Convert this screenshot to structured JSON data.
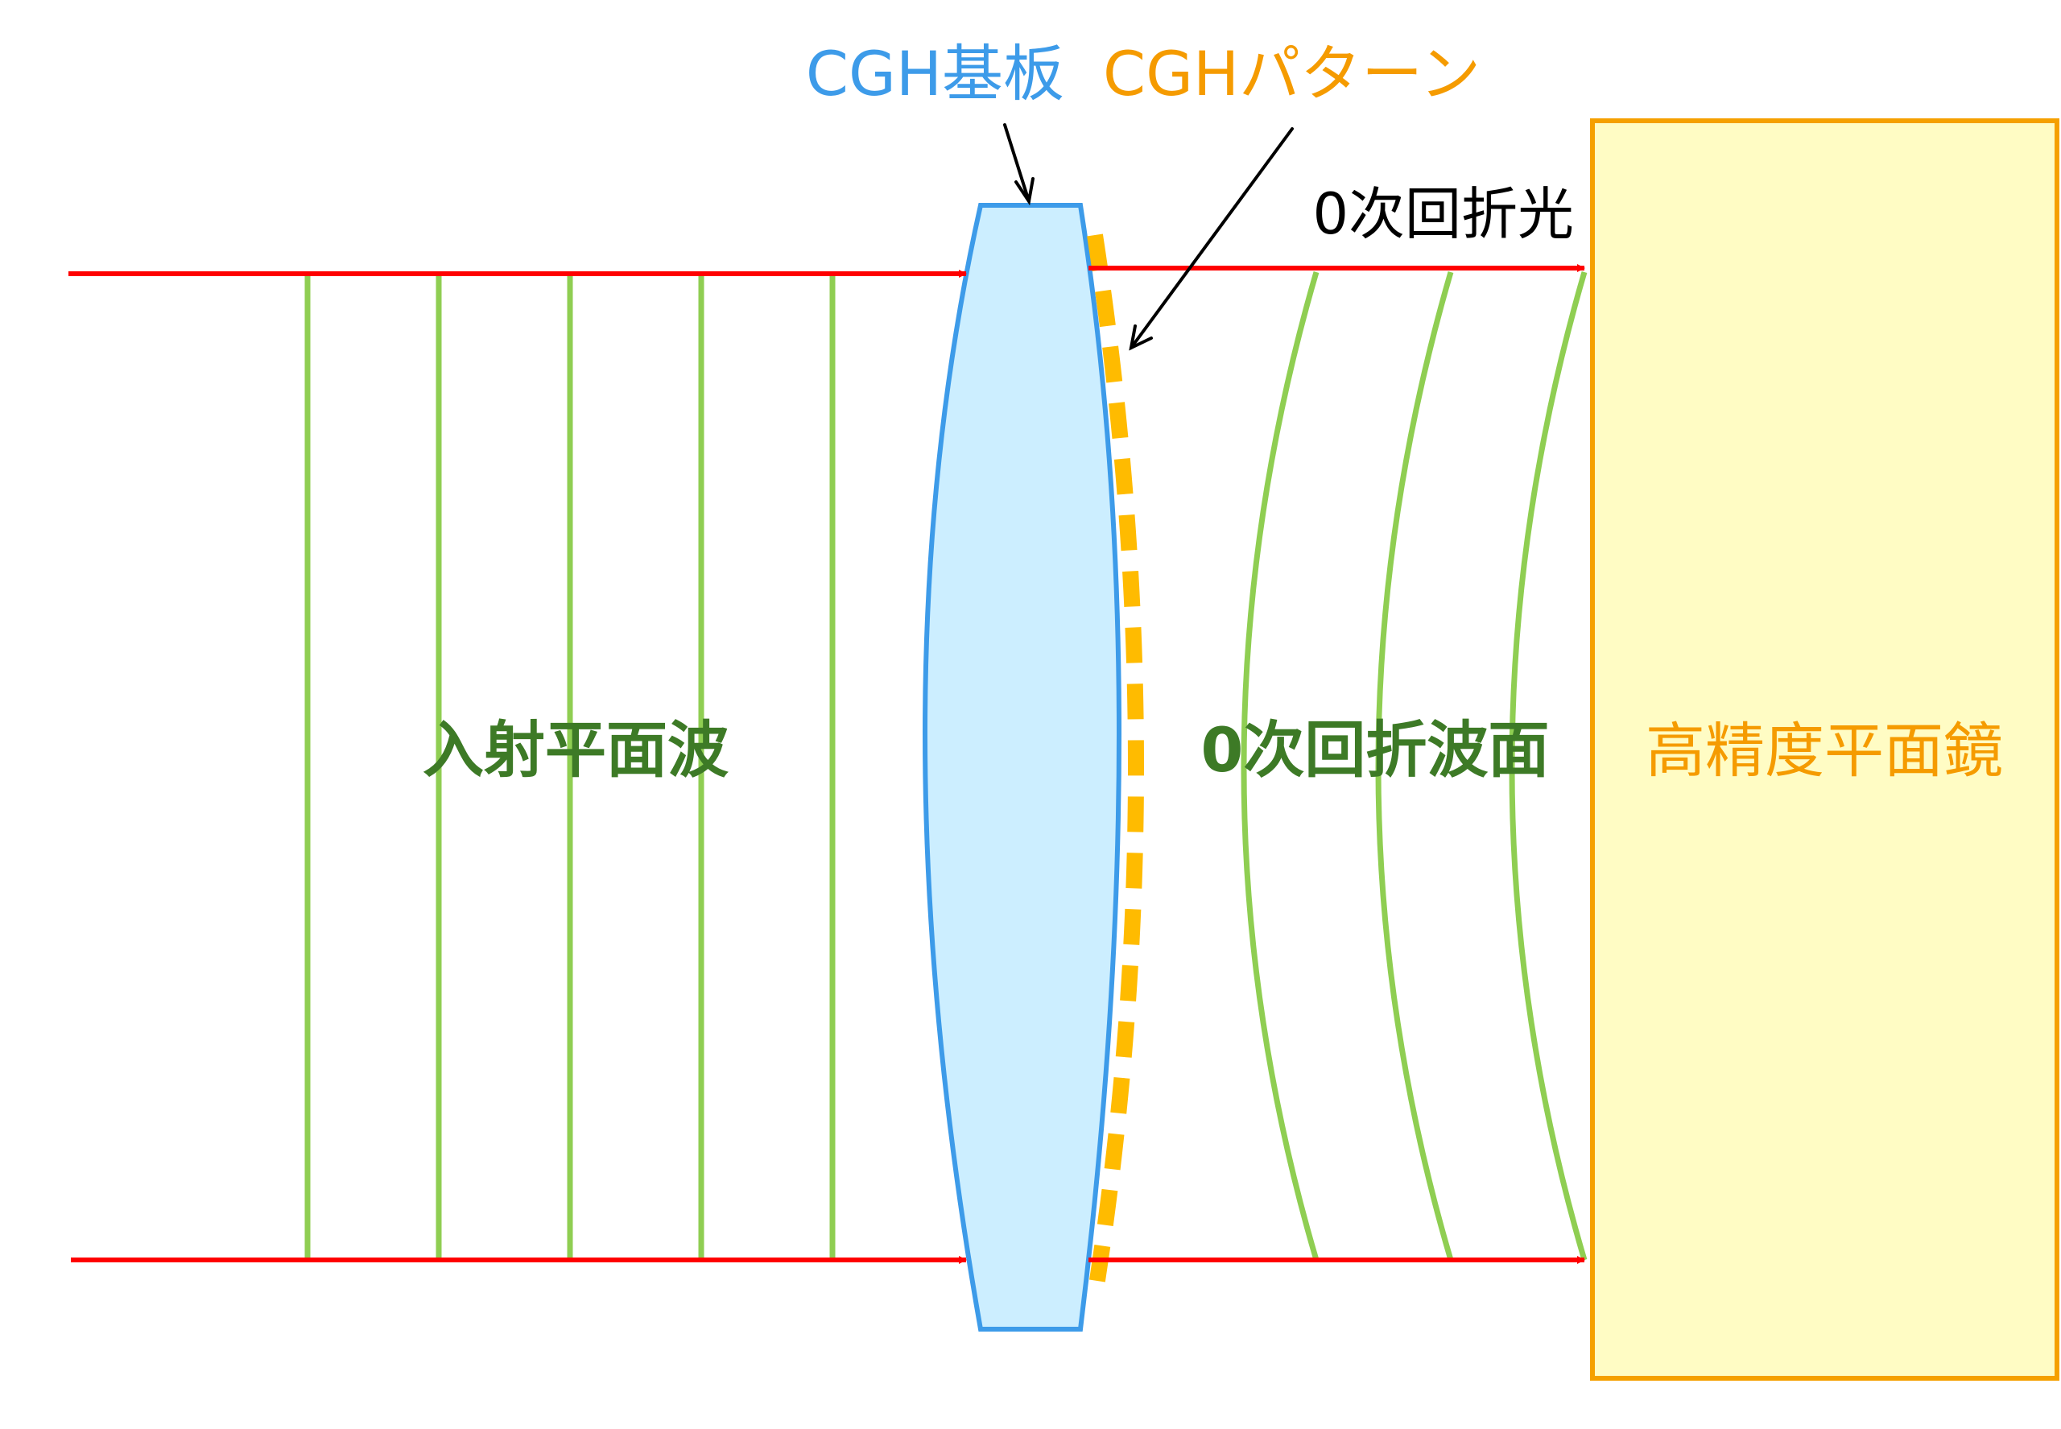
{
  "labels": {
    "substrate": "CGH基板",
    "pattern": "CGHパターン",
    "zero_order_light": "0次回折光",
    "incident_wave": "入射平面波",
    "zero_order_wavefront": "0次回折波面",
    "mirror": "高精度平面鏡"
  },
  "colors": {
    "ray": "#ff0000",
    "wavefront": "#8fce52",
    "substrate_fill": "#cceeff",
    "substrate_stroke": "#3d9be9",
    "pattern": "#ffbb00",
    "mirror_fill": "#fffcc4",
    "mirror_stroke": "#f5a000",
    "dark_green_text": "#3d7a26",
    "blue_text": "#3d9be9",
    "orange_text": "#f59b00",
    "arrow": "#000000"
  }
}
